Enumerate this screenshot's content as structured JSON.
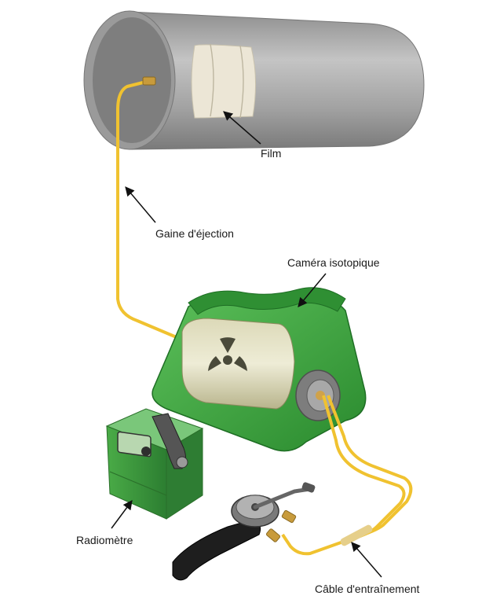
{
  "labels": {
    "film": "Film",
    "ejection_sheath": "Gaine d'éjection",
    "isotope_camera": "Caméra isotopique",
    "radiometer": "Radiomètre",
    "drive_cable": "Câble d'entraînement"
  },
  "colors": {
    "pipe": "#a9a9a9",
    "pipe_dark": "#6f6f6f",
    "film": "#ece6d6",
    "cable": "#f0c230",
    "camera_green": "#3aa63a",
    "camera_dark": "#22782a",
    "radiometer_green": "#3f9a3f"
  }
}
